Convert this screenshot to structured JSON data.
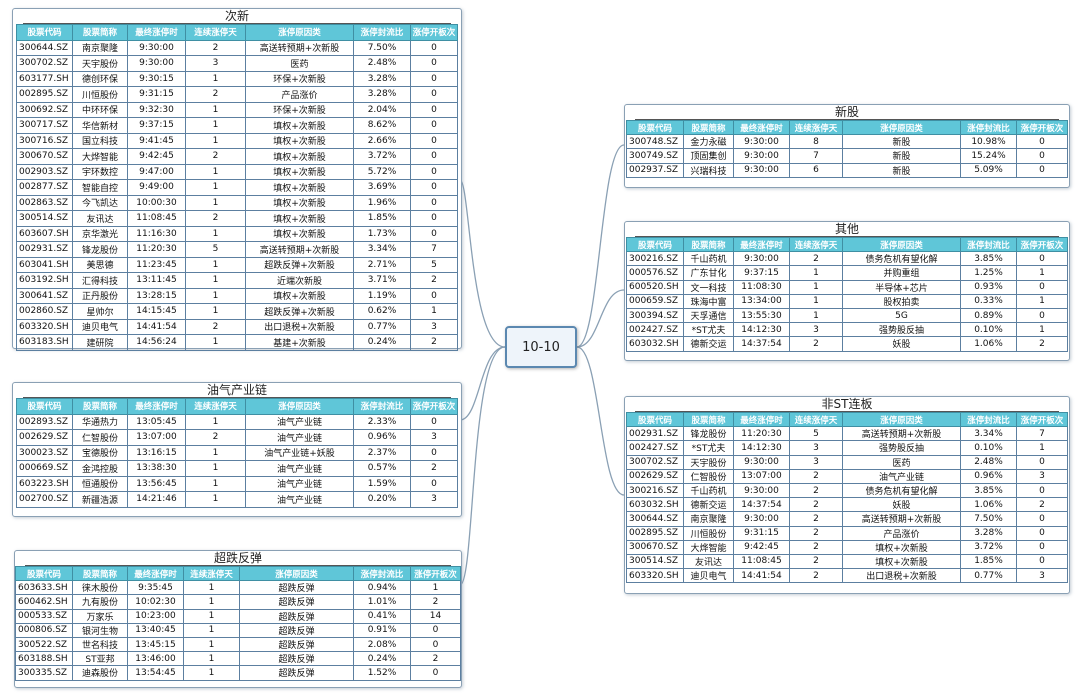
{
  "center": {
    "label": "10-10"
  },
  "headers": [
    "股票代码",
    "股票简称",
    "最终涨停时",
    "连续涨停天",
    "涨停原因类",
    "涨停封流比",
    "涨停开板次"
  ],
  "tables": {
    "cixin": {
      "title": "次新",
      "rows": [
        [
          "300644.SZ",
          "南京聚隆",
          "9:30:00",
          "2",
          "高送转预期+次新股",
          "7.50%",
          "0"
        ],
        [
          "300702.SZ",
          "天宇股份",
          "9:30:00",
          "3",
          "医药",
          "2.48%",
          "0"
        ],
        [
          "603177.SH",
          "德创环保",
          "9:30:15",
          "1",
          "环保+次新股",
          "3.28%",
          "0"
        ],
        [
          "002895.SZ",
          "川恒股份",
          "9:31:15",
          "2",
          "产品涨价",
          "3.28%",
          "0"
        ],
        [
          "300692.SZ",
          "中环环保",
          "9:32:30",
          "1",
          "环保+次新股",
          "2.04%",
          "0"
        ],
        [
          "300717.SZ",
          "华信新材",
          "9:37:15",
          "1",
          "填权+次新股",
          "8.62%",
          "0"
        ],
        [
          "300716.SZ",
          "国立科技",
          "9:41:45",
          "1",
          "填权+次新股",
          "2.66%",
          "0"
        ],
        [
          "300670.SZ",
          "大烨智能",
          "9:42:45",
          "2",
          "填权+次新股",
          "3.72%",
          "0"
        ],
        [
          "002903.SZ",
          "宇环数控",
          "9:47:00",
          "1",
          "填权+次新股",
          "5.72%",
          "0"
        ],
        [
          "002877.SZ",
          "智能自控",
          "9:49:00",
          "1",
          "填权+次新股",
          "3.69%",
          "0"
        ],
        [
          "002863.SZ",
          "今飞凯达",
          "10:00:30",
          "1",
          "填权+次新股",
          "1.96%",
          "0"
        ],
        [
          "300514.SZ",
          "友讯达",
          "11:08:45",
          "2",
          "填权+次新股",
          "1.85%",
          "0"
        ],
        [
          "603607.SH",
          "京华激光",
          "11:16:30",
          "1",
          "填权+次新股",
          "1.73%",
          "0"
        ],
        [
          "002931.SZ",
          "锋龙股份",
          "11:20:30",
          "5",
          "高送转预期+次新股",
          "3.34%",
          "7"
        ],
        [
          "603041.SH",
          "美思德",
          "11:23:45",
          "1",
          "超跌反弹+次新股",
          "2.71%",
          "5"
        ],
        [
          "603192.SH",
          "汇得科技",
          "13:11:45",
          "1",
          "近端次新股",
          "3.71%",
          "2"
        ],
        [
          "300641.SZ",
          "正丹股份",
          "13:28:15",
          "1",
          "填权+次新股",
          "1.19%",
          "0"
        ],
        [
          "002860.SZ",
          "星帅尔",
          "14:15:45",
          "1",
          "超跌反弹+次新股",
          "0.62%",
          "1"
        ],
        [
          "603320.SH",
          "迪贝电气",
          "14:41:54",
          "2",
          "出口退税+次新股",
          "0.77%",
          "3"
        ],
        [
          "603183.SH",
          "建研院",
          "14:56:24",
          "1",
          "基建+次新股",
          "0.24%",
          "2"
        ]
      ]
    },
    "youqi": {
      "title": "油气产业链",
      "rows": [
        [
          "002893.SZ",
          "华通热力",
          "13:05:45",
          "1",
          "油气产业链",
          "2.33%",
          "0"
        ],
        [
          "002629.SZ",
          "仁智股份",
          "13:07:00",
          "2",
          "油气产业链",
          "0.96%",
          "3"
        ],
        [
          "300023.SZ",
          "宝德股份",
          "13:16:15",
          "1",
          "油气产业链+妖股",
          "2.37%",
          "0"
        ],
        [
          "000669.SZ",
          "金鸿控股",
          "13:38:30",
          "1",
          "油气产业链",
          "0.57%",
          "2"
        ],
        [
          "603223.SH",
          "恒通股份",
          "13:56:45",
          "1",
          "油气产业链",
          "1.59%",
          "0"
        ],
        [
          "002700.SZ",
          "新疆浩源",
          "14:21:46",
          "1",
          "油气产业链",
          "0.20%",
          "3"
        ]
      ]
    },
    "chaodie": {
      "title": "超跌反弹",
      "rows": [
        [
          "603633.SH",
          "徕木股份",
          "9:35:45",
          "1",
          "超跌反弹",
          "0.94%",
          "1"
        ],
        [
          "600462.SH",
          "九有股份",
          "10:02:30",
          "1",
          "超跌反弹",
          "1.01%",
          "2"
        ],
        [
          "000533.SZ",
          "万家乐",
          "10:23:00",
          "1",
          "超跌反弹",
          "0.41%",
          "14"
        ],
        [
          "000806.SZ",
          "银河生物",
          "13:40:45",
          "1",
          "超跌反弹",
          "0.91%",
          "0"
        ],
        [
          "300522.SZ",
          "世名科技",
          "13:45:15",
          "1",
          "超跌反弹",
          "2.08%",
          "0"
        ],
        [
          "603188.SH",
          "ST亚邦",
          "13:46:00",
          "1",
          "超跌反弹",
          "0.24%",
          "2"
        ],
        [
          "300335.SZ",
          "迪森股份",
          "13:54:45",
          "1",
          "超跌反弹",
          "1.52%",
          "0"
        ]
      ]
    },
    "xingu": {
      "title": "新股",
      "rows": [
        [
          "300748.SZ",
          "金力永磁",
          "9:30:00",
          "8",
          "新股",
          "10.98%",
          "0"
        ],
        [
          "300749.SZ",
          "顶固集创",
          "9:30:00",
          "7",
          "新股",
          "15.24%",
          "0"
        ],
        [
          "002937.SZ",
          "兴瑞科技",
          "9:30:00",
          "6",
          "新股",
          "5.09%",
          "0"
        ]
      ]
    },
    "qita": {
      "title": "其他",
      "rows": [
        [
          "300216.SZ",
          "千山药机",
          "9:30:00",
          "2",
          "债务危机有望化解",
          "3.85%",
          "0"
        ],
        [
          "000576.SZ",
          "广东甘化",
          "9:37:15",
          "1",
          "并购重组",
          "1.25%",
          "1"
        ],
        [
          "600520.SH",
          "文一科技",
          "11:08:30",
          "1",
          "半导体+芯片",
          "0.93%",
          "0"
        ],
        [
          "000659.SZ",
          "珠海中富",
          "13:34:00",
          "1",
          "股权拍卖",
          "0.33%",
          "1"
        ],
        [
          "300394.SZ",
          "天孚通信",
          "13:55:30",
          "1",
          "5G",
          "0.89%",
          "0"
        ],
        [
          "002427.SZ",
          "*ST尤夫",
          "14:12:30",
          "3",
          "强势股反抽",
          "0.10%",
          "1"
        ],
        [
          "603032.SH",
          "德新交运",
          "14:37:54",
          "2",
          "妖股",
          "1.06%",
          "2"
        ]
      ]
    },
    "feist": {
      "title": "非ST连板",
      "rows": [
        [
          "002931.SZ",
          "锋龙股份",
          "11:20:30",
          "5",
          "高送转预期+次新股",
          "3.34%",
          "7"
        ],
        [
          "002427.SZ",
          "*ST尤夫",
          "14:12:30",
          "3",
          "强势股反抽",
          "0.10%",
          "1"
        ],
        [
          "300702.SZ",
          "天宇股份",
          "9:30:00",
          "3",
          "医药",
          "2.48%",
          "0"
        ],
        [
          "002629.SZ",
          "仁智股份",
          "13:07:00",
          "2",
          "油气产业链",
          "0.96%",
          "3"
        ],
        [
          "300216.SZ",
          "千山药机",
          "9:30:00",
          "2",
          "债务危机有望化解",
          "3.85%",
          "0"
        ],
        [
          "603032.SH",
          "德新交运",
          "14:37:54",
          "2",
          "妖股",
          "1.06%",
          "2"
        ],
        [
          "300644.SZ",
          "南京聚隆",
          "9:30:00",
          "2",
          "高送转预期+次新股",
          "7.50%",
          "0"
        ],
        [
          "002895.SZ",
          "川恒股份",
          "9:31:15",
          "2",
          "产品涨价",
          "3.28%",
          "0"
        ],
        [
          "300670.SZ",
          "大烨智能",
          "9:42:45",
          "2",
          "填权+次新股",
          "3.72%",
          "0"
        ],
        [
          "300514.SZ",
          "友讯达",
          "11:08:45",
          "2",
          "填权+次新股",
          "1.85%",
          "0"
        ],
        [
          "603320.SH",
          "迪贝电气",
          "14:41:54",
          "2",
          "出口退税+次新股",
          "0.77%",
          "3"
        ]
      ]
    }
  }
}
